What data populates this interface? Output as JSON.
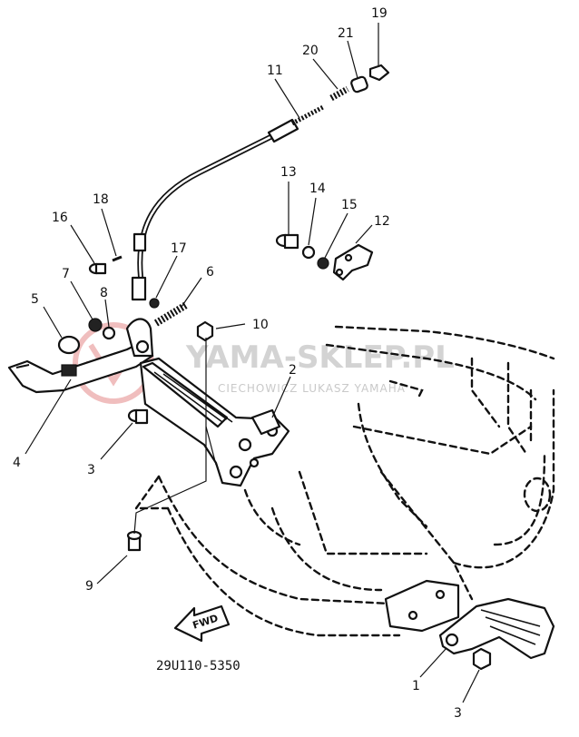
{
  "watermark": {
    "title": "YAMA-SKLEP.PL",
    "subtitle": "CIECHOWICZ LUKASZ YAMAHA",
    "logo_color": "#e58a8a"
  },
  "diagram_code": "29U110-5350",
  "fwd_label": "FWD",
  "callouts": {
    "n1": "1",
    "n2": "2",
    "n3a": "3",
    "n3b": "3",
    "n4": "4",
    "n5": "5",
    "n6": "6",
    "n7": "7",
    "n8": "8",
    "n9": "9",
    "n10": "10",
    "n11": "11",
    "n12": "12",
    "n13": "13",
    "n14": "14",
    "n15": "15",
    "n16": "16",
    "n17": "17",
    "n18": "18",
    "n19": "19",
    "n20": "20",
    "n21": "21"
  }
}
